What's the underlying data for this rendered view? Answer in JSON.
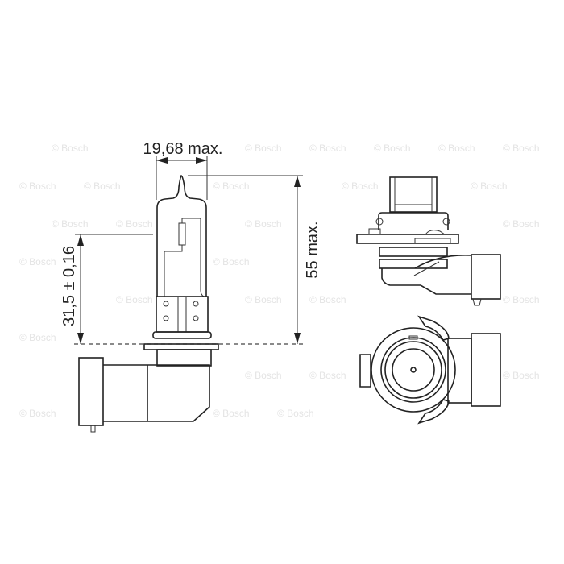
{
  "drawing": {
    "width_dimension": "19,68 max.",
    "height_dimension": "55 max.",
    "light_center_dimension": "31,5 ± 0,16",
    "line_color": "#222222",
    "watermark": "© Bosch",
    "watermark_color": "#e4e4e4"
  }
}
